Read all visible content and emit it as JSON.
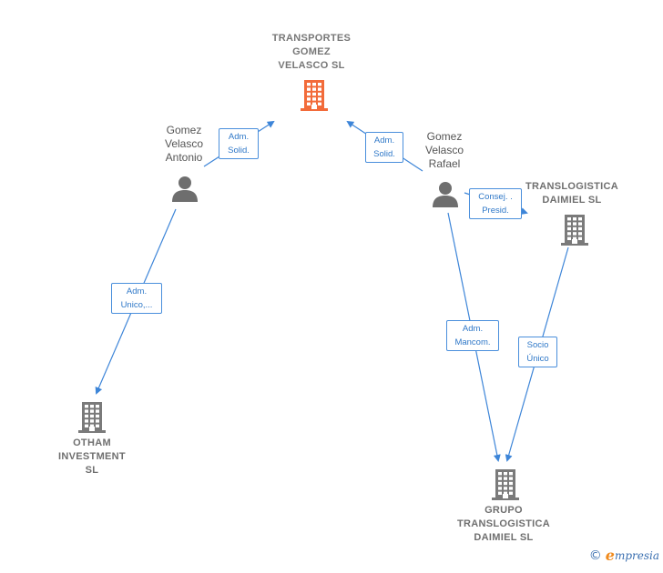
{
  "nodes": {
    "transportes": {
      "label": "TRANSPORTES\nGOMEZ\nVELASCO  SL",
      "color": "#f26b3a"
    },
    "translogistica": {
      "label": "TRANSLOGISTICA\nDAIMIEL SL",
      "color": "#7a7a7a"
    },
    "otham": {
      "label": "OTHAM\nINVESTMENT\nSL",
      "color": "#7a7a7a"
    },
    "grupo": {
      "label": "GRUPO\nTRANSLOGISTICA\nDAIMIEL  SL",
      "color": "#7a7a7a"
    },
    "antonio": {
      "label": "Gomez\nVelasco\nAntonio"
    },
    "rafael": {
      "label": "Gomez\nVelasco\nRafael"
    }
  },
  "edges": {
    "antonio_transportes": "Adm.\nSolid.",
    "rafael_transportes": "Adm.\nSolid.",
    "rafael_translogistica": "Consej. .\nPresid.",
    "antonio_otham": "Adm.\nUnico,...",
    "rafael_grupo": "Adm.\nMancom.",
    "translogistica_grupo": "Socio\nÚnico"
  },
  "colors": {
    "edge": "#3d85d8",
    "person": "#6e6e6e"
  },
  "footer": {
    "copyright_symbol": "©",
    "brand_initial": "e",
    "brand_rest": "mpresia"
  }
}
